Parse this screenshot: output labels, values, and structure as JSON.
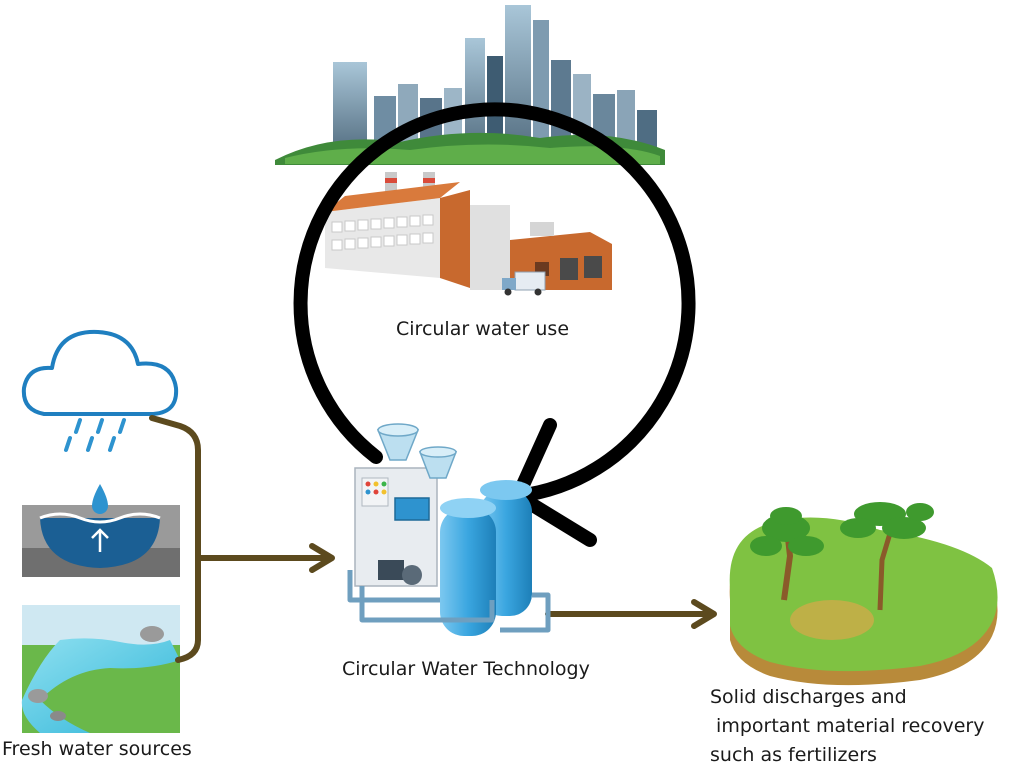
{
  "labels": {
    "circular_water_use": "Circular water use",
    "circular_water_technology": "Circular Water Technology",
    "fresh_water_sources": "Fresh water sources",
    "solid_discharges_lines": [
      "Solid discharges and",
      " important material recovery",
      "such as fertilizers"
    ]
  },
  "colors": {
    "cycle_arrow": "#000000",
    "flow_line": "#5c4a1e",
    "cloud_stroke": "#1f7fc0",
    "water_blue": "#1b5f94",
    "tank_blue": "#3aa6e0",
    "grass_green": "#7fc242",
    "factory_orange": "#c8692e"
  },
  "icons": [
    "city-skyline-icon",
    "factory-icon",
    "truck-icon",
    "rain-cloud-icon",
    "groundwater-icon",
    "river-icon",
    "water-treatment-plant-icon",
    "trees-land-icon"
  ]
}
